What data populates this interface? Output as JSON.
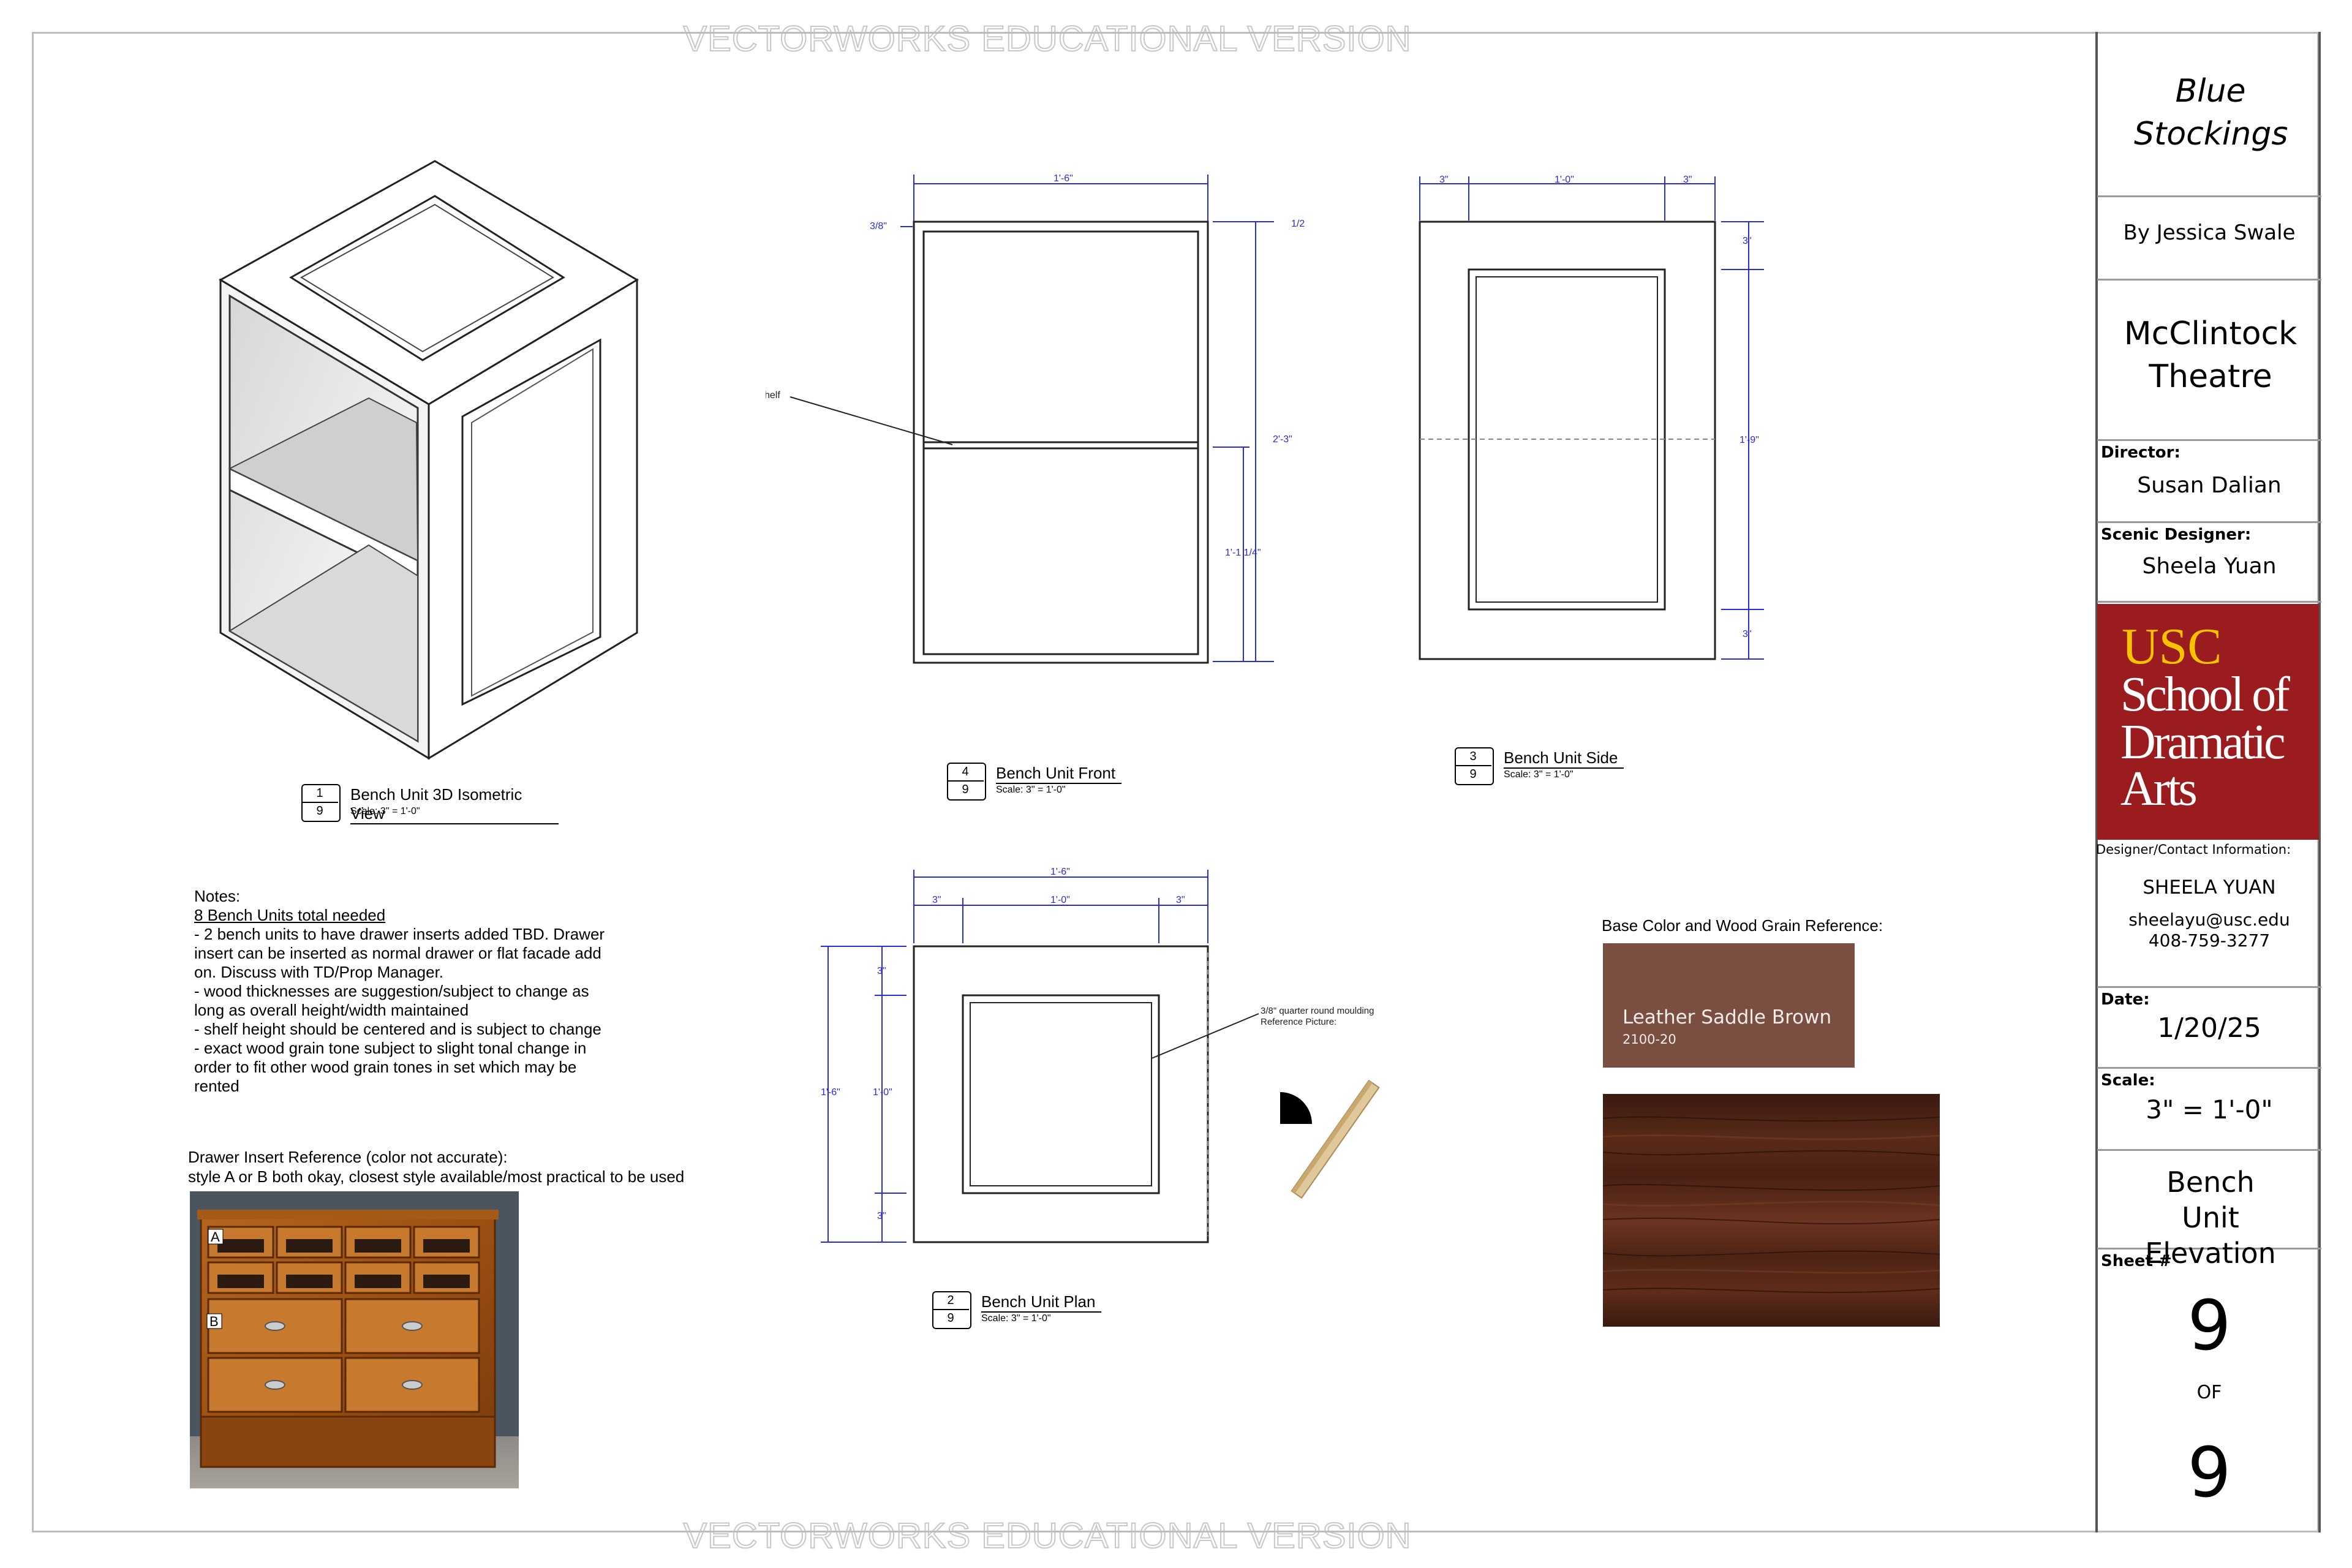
{
  "watermark": "VECTORWORKS EDUCATIONAL VERSION",
  "title_block": {
    "show_title": "Blue Stockings",
    "author": "By Jessica Swale",
    "venue": "McClintock Theatre",
    "director_label": "Director:",
    "director": "Susan Dalian",
    "scenic_designer_label": "Scenic Designer:",
    "scenic_designer": "Sheela Yuan",
    "school_logo": {
      "line1": "USC",
      "line2": "School of",
      "line3": "Dramatic",
      "line4": "Arts",
      "bg_color": "#9b1c1f",
      "accent_color": "#f7c200"
    },
    "contact_label": "Designer/Contact Information:",
    "contact_name": "SHEELA YUAN",
    "contact_email": "sheelayu@usc.edu",
    "contact_phone": "408-759-3277",
    "date_label": "Date:",
    "date": "1/20/25",
    "scale_label": "Scale:",
    "scale": "3\" = 1'-0\"",
    "drawing_title": "Bench Unit Elevation",
    "sheet_label": "Sheet #",
    "sheet_number": "9",
    "sheet_of": "OF",
    "sheet_total": "9"
  },
  "views": {
    "iso": {
      "number": "1",
      "sheet": "9",
      "title": "Bench Unit 3D Isometric View",
      "scale": "Scale: 3\" = 1'-0\""
    },
    "front": {
      "number": "4",
      "sheet": "9",
      "title": "Bench Unit Front",
      "scale": "Scale: 3\" = 1'-0\""
    },
    "side": {
      "number": "3",
      "sheet": "9",
      "title": "Bench Unit Side",
      "scale": "Scale: 3\" = 1'-0\""
    },
    "plan": {
      "number": "2",
      "sheet": "9",
      "title": "Bench Unit Plan",
      "scale": "Scale: 3\" = 1'-0\""
    }
  },
  "dimensions": {
    "front_width": "1'-6\"",
    "front_top_thk": "3/8\"",
    "front_half": "1/2\"",
    "front_height": "2'-3\"",
    "front_shelf_height": "1'-1 1/4\"",
    "front_shelf_label": "shelf",
    "side_left": "3\"",
    "side_mid": "1'-0\"",
    "side_right": "3\"",
    "side_top": "3\"",
    "side_height": "1'-9\"",
    "side_bottom": "3\"",
    "plan_width": "1'-6\"",
    "plan_left": "3\"",
    "plan_mid": "1'-0\"",
    "plan_right": "3\"",
    "plan_depth": "1'-6\"",
    "plan_top": "3\"",
    "plan_inner": "1'-0\"",
    "plan_bottom": "3\"",
    "moulding_note_1": "3/8\" quarter round moulding",
    "moulding_note_2": "Reference Picture:"
  },
  "notes": {
    "heading": "Notes:",
    "underlined": "8 Bench Units total needed",
    "lines": [
      "- 2 bench units to have drawer inserts added TBD. Drawer",
      "insert can be inserted as normal drawer or flat facade add",
      "on. Discuss with TD/Prop Manager.",
      "- wood thicknesses are suggestion/subject to change as",
      "long as overall height/width maintained",
      "- shelf height should be centered and is subject to change",
      "- exact wood grain tone subject to slight tonal change in",
      "order to fit other wood grain tones in set which may be",
      "rented"
    ]
  },
  "drawer_ref": {
    "line1": "Drawer Insert Reference (color not accurate):",
    "line2": "style A or B both okay, closest style available/most practical to be used",
    "marker_a": "A",
    "marker_b": "B"
  },
  "color_ref": {
    "heading": "Base Color and Wood Grain Reference:",
    "swatch_name": "Leather Saddle Brown",
    "swatch_code": "2100-20",
    "swatch_color": "#7a4f42"
  }
}
